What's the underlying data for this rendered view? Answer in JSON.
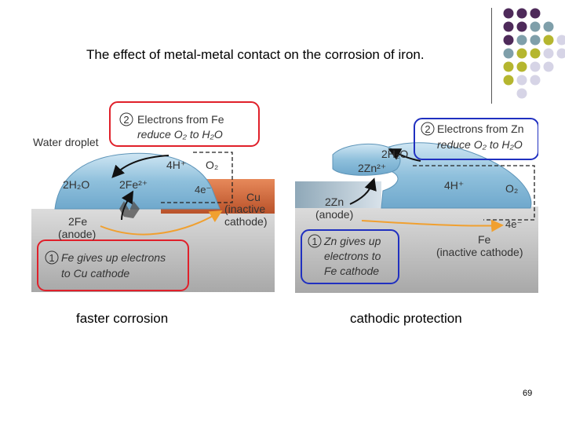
{
  "title": "The effect of metal-metal contact on the corrosion of iron.",
  "deco": {
    "colors": {
      "purple": "#4e2a5a",
      "teal": "#7f9faa",
      "olive": "#b5b62f",
      "lavender": "#d6d4e6"
    }
  },
  "left": {
    "water_droplet": "Water droplet",
    "step2_num": "2",
    "step2_line1": "Electrons from Fe",
    "step2_line2": "reduce O₂ to H₂O",
    "h_plus": "4H⁺",
    "o2": "O₂",
    "h2o": "2H₂O",
    "fe2plus": "2Fe²⁺",
    "e_minus": "4e⁻",
    "cu": "Cu",
    "cu_note1": "(inactive",
    "cu_note2": "cathode)",
    "fe_anode": "2Fe",
    "anode_label": "(anode)",
    "step1_num": "1",
    "step1_line1": "Fe gives up electrons",
    "step1_line2": "to Cu cathode",
    "caption": "faster corrosion"
  },
  "right": {
    "step2_num": "2",
    "step2_line1": "Electrons from Zn",
    "step2_line2": "reduce O₂ to H₂O",
    "h2o": "2H₂O",
    "zn2plus": "2Zn²⁺",
    "h_plus": "4H⁺",
    "o2": "O₂",
    "zn_anode": "2Zn",
    "anode_label": "(anode)",
    "e_minus": "4e⁻",
    "step1_num": "1",
    "step1_line1": "Zn gives up",
    "step1_line2": "electrons to",
    "step1_line3": "Fe cathode",
    "fe": "Fe",
    "fe_note": "(inactive cathode)",
    "caption": "cathodic protection"
  },
  "page_number": "69"
}
